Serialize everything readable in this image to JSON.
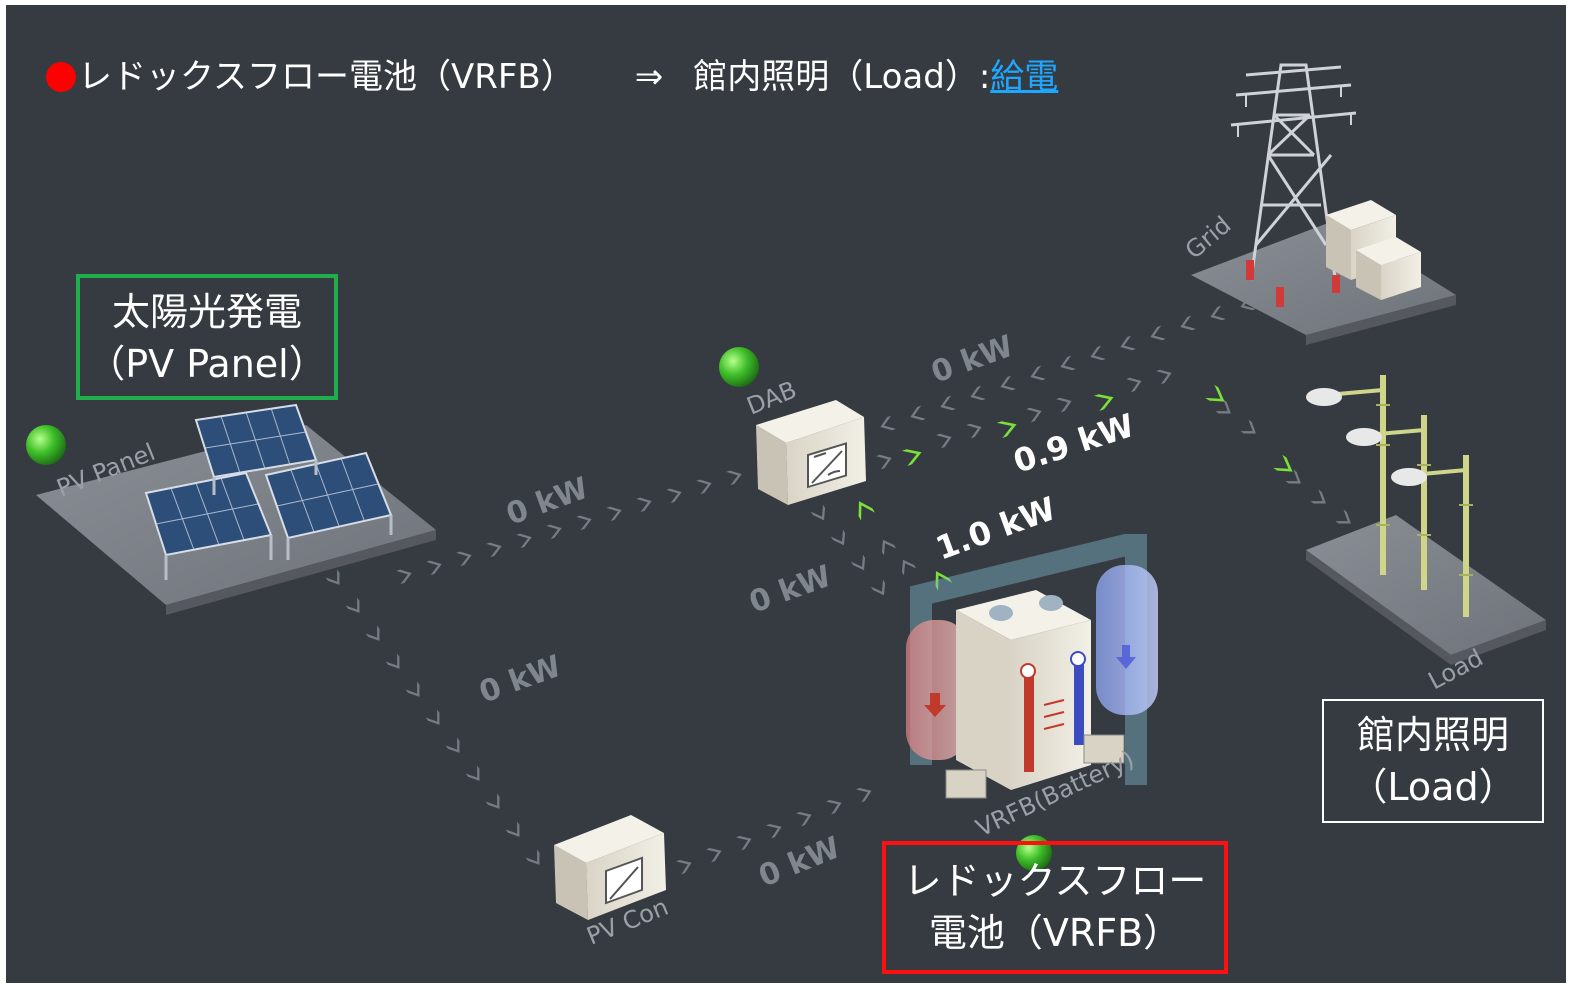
{
  "header": {
    "source": "レドックスフロー電池（VRFB）",
    "arrow": "⇒",
    "target": "館内照明（Load）:",
    "status": "給電"
  },
  "callouts": {
    "pv": {
      "line1": "太陽光発電",
      "line2": "（PV Panel）"
    },
    "load": {
      "line1": "館内照明",
      "line2": "（Load）"
    },
    "vrfb": {
      "line1": "レドックスフロー",
      "line2": "電池（VRFB）"
    }
  },
  "nodes": {
    "pv_panel": "PV Panel",
    "dab": "DAB",
    "grid": "Grid",
    "load": "Load",
    "vrfb": "VRFB(Battery)",
    "pv_con": "PV Con"
  },
  "flows": {
    "pv_to_dab": "0 kW",
    "pv_to_pvcon": "0 kW",
    "pvcon_to_vrfb": "0 kW",
    "dab_grid": "0 kW",
    "dab_to_load": "0.9 kW",
    "vrfb_to_dab": "1.0 kW",
    "dab_vrfb_idle": "0 kW"
  },
  "colors": {
    "background": "#353b40",
    "status_ok": "#3fbf2a",
    "active_flow": "#7be03a",
    "pv_border": "#1fae4b",
    "vrfb_border": "#ff1010",
    "header_dot": "#ff0000",
    "link": "#1ea7ff"
  }
}
